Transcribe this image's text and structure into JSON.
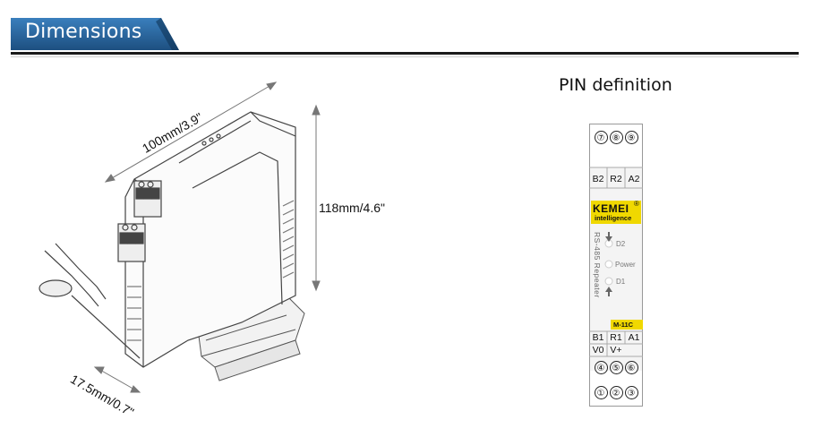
{
  "header": {
    "title": "Dimensions",
    "accent_color": "#2d6fa8",
    "accent_dark": "#173f66"
  },
  "dimensions": {
    "length": "100mm/3.9\"",
    "height": "118mm/4.6\"",
    "width": "17.5mm/0.7\""
  },
  "pin_definition": {
    "title": "PIN definition",
    "top_pins": [
      "⑦",
      "⑧",
      "⑨"
    ],
    "top_terminals": [
      "B2",
      "R2",
      "A2"
    ],
    "brand": "KEMEI",
    "brand_mark": "®",
    "brand_sub": "intelligence",
    "product_label": "RS-485 Repeater",
    "leds": [
      "D2",
      "Power",
      "D1"
    ],
    "model": "M-11C",
    "bottom_terminals_row1": [
      "B1",
      "R1",
      "A1"
    ],
    "bottom_terminals_row2": [
      "V0",
      "V+",
      ""
    ],
    "bottom_pins_row1": [
      "④",
      "⑤",
      "⑥"
    ],
    "bottom_pins_row2": [
      "①",
      "②",
      "③"
    ],
    "label_color": "#f0d800"
  }
}
